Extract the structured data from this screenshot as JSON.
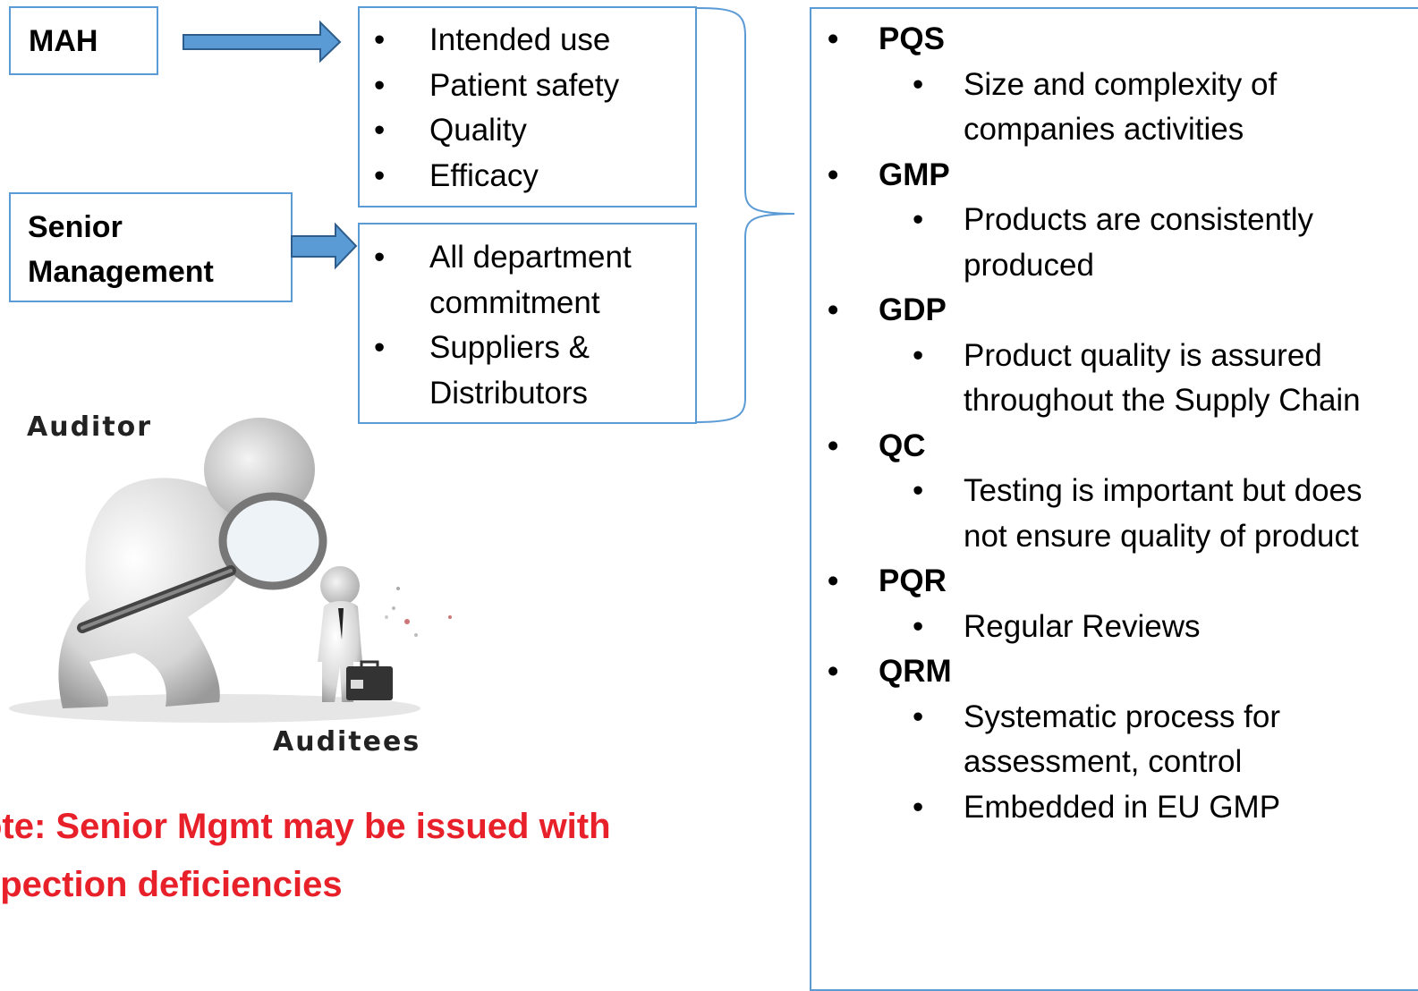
{
  "mah": {
    "label": "MAH",
    "items": [
      "Intended use",
      "Patient safety",
      "Quality",
      "Efficacy"
    ]
  },
  "senior": {
    "label": "Senior Management",
    "items": [
      "All department commitment",
      "Suppliers & Distributors"
    ]
  },
  "figure": {
    "top_label": "Auditor",
    "bottom_label": "Auditees",
    "icon": "auditor-magnifying-glass-illustration"
  },
  "note": {
    "line1": "ote: Senior Mgmt  may be issued with",
    "line2": "spection deficiencies"
  },
  "sections": [
    {
      "title": "PQS",
      "items": [
        "Size and complexity of companies activities"
      ]
    },
    {
      "title": "GMP",
      "items": [
        "Products are consistently produced"
      ]
    },
    {
      "title": "GDP",
      "items": [
        "Product quality is assured throughout the Supply Chain"
      ]
    },
    {
      "title": "QC",
      "items": [
        "Testing is important but does not ensure quality of product"
      ]
    },
    {
      "title": "PQR",
      "items": [
        "Regular Reviews"
      ]
    },
    {
      "title": "QRM",
      "items": [
        "Systematic process for assessment, control",
        "Embedded in EU GMP"
      ]
    }
  ],
  "colors": {
    "border": "#5b9bd5",
    "arrow_fill": "#5b9bd5",
    "arrow_stroke": "#2e5d8c",
    "note": "#e8202a"
  }
}
